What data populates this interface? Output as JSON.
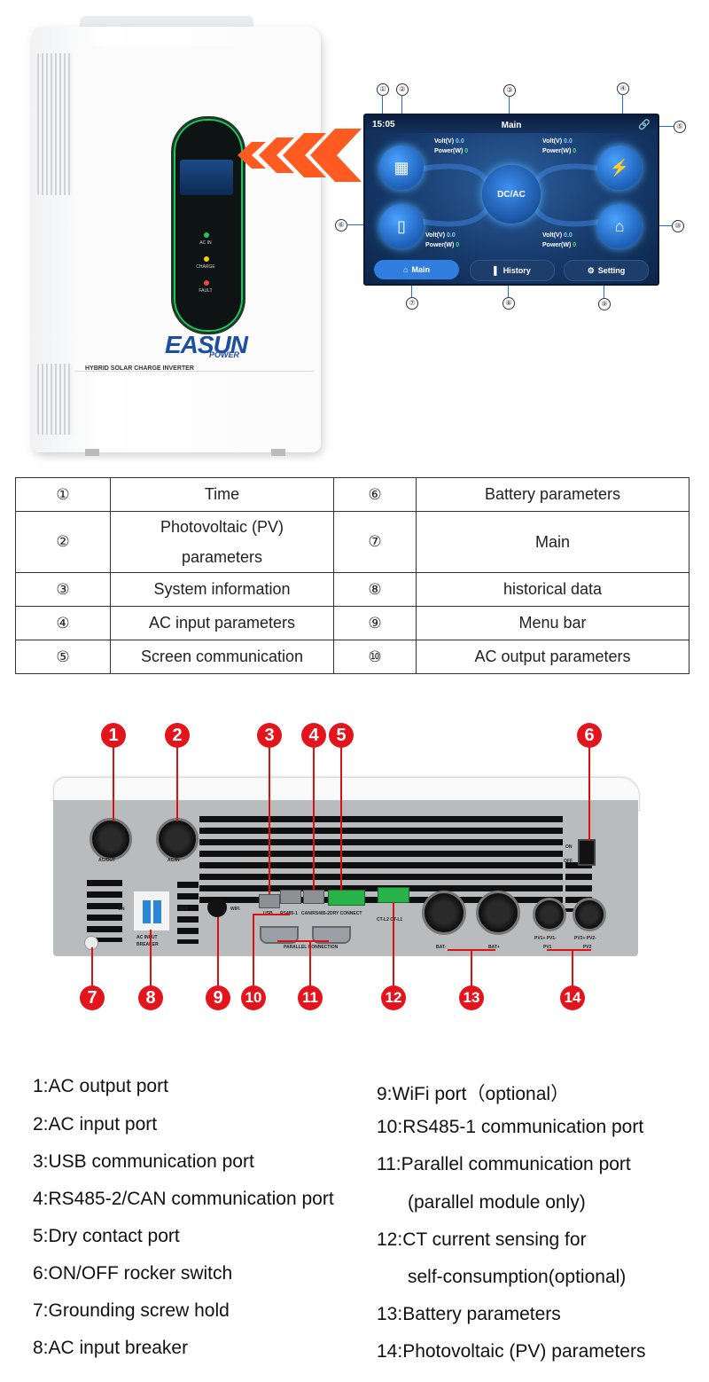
{
  "inverter": {
    "brand": "EASUN",
    "brand_sub": "POWER",
    "model_label": "HYBRID SOLAR CHARGE INVERTER",
    "led_labels": [
      "AC IN",
      "CHARGE",
      "FAULT"
    ]
  },
  "screen": {
    "time": "15:05",
    "title": "Main",
    "center_label": "DC/AC",
    "pv": {
      "volt_label": "Volt(V)",
      "volt_value": "0.0",
      "power_label": "Power(W)",
      "power_value": "0"
    },
    "ac_in": {
      "volt_label": "Volt(V)",
      "volt_value": "0.0",
      "power_label": "Power(W)",
      "power_value": "0"
    },
    "battery": {
      "volt_label": "Volt(V)",
      "volt_value": "0.0",
      "power_label": "Power(W)",
      "power_value": "0"
    },
    "ac_out": {
      "volt_label": "Volt(V)",
      "volt_value": "0.0",
      "power_label": "Power(W)",
      "power_value": "0"
    },
    "tabs": [
      {
        "label": "Main",
        "active": true
      },
      {
        "label": "History",
        "active": false
      },
      {
        "label": "Setting",
        "active": false
      }
    ],
    "callouts": [
      "①",
      "②",
      "③",
      "④",
      "⑤",
      "⑥",
      "⑦",
      "⑧",
      "⑨",
      "⑩"
    ]
  },
  "legend": [
    {
      "n1": "①",
      "t1": "Time",
      "n2": "⑥",
      "t2": "Battery parameters"
    },
    {
      "n1": "②",
      "t1a": "Photovoltaic (PV)",
      "t1b": "parameters",
      "n2": "⑦",
      "t2": "Main"
    },
    {
      "n1": "③",
      "t1": "System information",
      "n2": "⑧",
      "t2": "historical data"
    },
    {
      "n1": "④",
      "t1": "AC input parameters",
      "n2": "⑨",
      "t2": "Menu bar"
    },
    {
      "n1": "⑤",
      "t1": "Screen communication",
      "n2": "⑩",
      "t2": "AC output parameters"
    }
  ],
  "rear": {
    "labels": {
      "ac_out": "AC/OUT",
      "ac_in": "AC/IN",
      "on": "ON",
      "off": "OFF",
      "breaker": "AC INPUT",
      "breaker2": "BREAKER",
      "wifi": "WIFI",
      "usb": "USB",
      "rs485_1": "RS485-1",
      "can": "CAN/RS485-2",
      "dry": "DRY CONNECT",
      "parallel": "PARALLEL CONNECTION",
      "ct": "CT-L2 CT-L1",
      "bat_neg": "BAT-",
      "bat_pos": "BAT+",
      "pv1": "PV1",
      "pv2": "PV2",
      "pv1_sub": "PV1+ PV1-",
      "pv2_sub": "PV2+ PV2-",
      "rocker_on": "ON",
      "rocker_off": "OFF"
    },
    "badges": [
      "1",
      "2",
      "3",
      "4",
      "5",
      "6",
      "7",
      "8",
      "9",
      "10",
      "11",
      "12",
      "13",
      "14"
    ]
  },
  "ports": {
    "left": [
      "1:AC output port",
      "2:AC input port",
      "3:USB communication port",
      "4:RS485-2/CAN communication port",
      "5:Dry contact port",
      "6:ON/OFF rocker switch",
      "7:Grounding screw hold",
      "8:AC input breaker"
    ],
    "right": [
      "9:WiFi port（optional）",
      "10:RS485-1 communication port",
      "11:Parallel communication port",
      "(parallel module only)",
      "12:CT current sensing for",
      "self-consumption(optional)",
      "13:Battery parameters",
      "14:Photovoltaic (PV) parameters"
    ]
  },
  "colors": {
    "accent_red": "#e3141c",
    "arrow_orange": "#ff5a1f",
    "screen_blue": "#1f6fe0"
  }
}
